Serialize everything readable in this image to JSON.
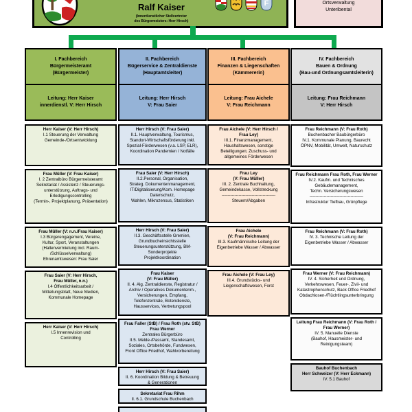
{
  "masthead": {
    "name": "Ralf Kaiser",
    "subtitle": "(Innerdienstlicher Stellvertreter\ndes Bürgermeisters: Herr Hirsch)",
    "ortsverwaltung": "Ortsverwaltung\nUnteribental",
    "icons": [
      "municipal-coat-of-arms",
      "small-coat-of-arms-1",
      "small-coat-of-arms-2",
      "small-coat-of-arms-3",
      "small-coat-of-arms-4"
    ]
  },
  "colors": {
    "masthead_green": "#8FB355",
    "connector_green": "#0EA94F",
    "ortsverwaltung_pink": "#F2DCDB",
    "col1_header": "#9ABB59",
    "col1_body": "#EBF1DE",
    "col2_header": "#95B3D7",
    "col2_body": "#DCE6F1",
    "col3_header": "#FAC08F",
    "col3_body": "#FDE9D9",
    "col4_header_title": "#E2E2E2",
    "col4_header_leitung": "#C4C4C4",
    "col4_body": "#FBFBFB",
    "bauhof_box": "#D9D9D9"
  },
  "columns": [
    {
      "title": "I. Fachbereich\nBürgermeisteramt\n(Bürgermeister)",
      "leitung": "Leitung: Herr Kaiser\ninnerdienstl. V: Herr Hirsch",
      "body_color": "#EBF1DE",
      "boxes": [
        {
          "h": 61,
          "name": "Herr Kaiser (V: Herr Hirsch)",
          "text": "I.1 Steuerung der Verwaltung\nGemeinde-/Ortsentwicklung"
        },
        {
          "h": 80,
          "name": "Frau Müller (V: Frau Kaiser)",
          "text": "I. 2 Zentralbüro Bürgermeisteramt\nSekretariat  / Assistenz / Steuerungs-\nunterstützung, Auftrags- und\nErledigungscontrolling\n(Termin-, Projektplanung, Präsentation)"
        },
        {
          "h": 60,
          "name": "Frau Müller (V: n.n./Frau Kaiser)",
          "text": "I.3 Bürgerengagement, Vereine,\nKultur, Sport, Veranstaltungen\n(Hallenvermietung incl. Raum-\n/Schlüsselverwaltung)\nEhrenamtswesen: Frau Saier"
        },
        {
          "h": 71,
          "name": "Frau Saier (V: Herr Hirsch,\nFrau Müller, n.n.)",
          "text": "I.4 Öffentlichkeitsarbeit /\nMitteilungsblatt, Neue Medien,\nKommunale Homepage"
        },
        {
          "h": 66,
          "name": "Herr Kaiser (V: Herr Hirsch)",
          "text": "I.5 Innenrevision und\nControlling"
        }
      ]
    },
    {
      "title": "II. Fachbereich\nBügerservice &  Zentraldienste\n(Hauptamtsleiter)",
      "leitung": "Leitung: Herr Hirsch\nV: Frau Saier",
      "body_color": "#DCE6F1",
      "boxes": [
        {
          "h": 60,
          "name": "Herr Hirsch (V: Frau Saier)",
          "text": "II.1. Hauptverwaltung, Tourismus,\nStandort-Wirtschaftsförderung inkl.\nSpezial-Förderwesen (v.a. LSP, ELR),\nKoordination Pandemien / Notfälle"
        },
        {
          "h": 79,
          "name": "Frau Saier (V: Herr Hirsch)",
          "text": "II.2.Personal, Organisation,\nStrateg. Dokumentenmanagement,\nIT/Digitalisierung/Kom. Homepage\nDatenschutz,\nWahlen, Mikrozensus, Statistiken"
        },
        {
          "h": 59,
          "name": "Herr Hirsch (V: Frau Saier)",
          "text": "II.3. Geschäftsstelle Gremien,\nGrundbucheinsichtsstelle\nSteuerungsunterstützung, BM-\nSonderprojekte\nProjektkoordination"
        },
        {
          "h": 69,
          "name": "Frau Kaiser\n(V: Frau Müller)",
          "text": "II. 4. Alg. Zentraldienste, Registratur /\nArchiv / Operatives Dokumentenm.,\nVersicherungen, Empfang,\nTelefonzentrale, Botendienste,\nHausservices, Vertretungspool"
        },
        {
          "h": 66,
          "name": "Frau Faller (StB) / Frau Roth (stv. StB)\nFrau Werner",
          "text": "Zentrales Bürgerbüro\nII.5.  Melde-/Passamt, Standesamt,\nSoziales, Ortsbehörde, Fundwesen,\nFront Office Friedhof, Wahlvorbereitung"
        },
        {
          "h": 28,
          "name": "Herr Hirsch (V: Frau Saier)",
          "text": "II. 6. Koordination Bildung & Betreuung\n& Generationen"
        },
        {
          "h": 22,
          "name": "Sekretariat Frau Rihm",
          "text": "II. 6.1. Grundschule Buchenbach"
        },
        {
          "h": 12,
          "name": "",
          "text": ""
        }
      ]
    },
    {
      "title": "III. Fachbereich\nFinanzen & Liegenschaften\n(Kämmererin)",
      "leitung": "Leitung: Frau Aichele\nV: Frau Reichmann",
      "body_color": "#FDE9D9",
      "boxes": [
        {
          "h": 60,
          "name": "Frau Aichele (V: Herr Hirsch /\nFrau Ley)",
          "text": "III.1. Finanzmanagement,\nHaushaltswesen, sonstige\nBeteiligungen; Zuschuss- und\nallgemeines Förderwesen"
        },
        {
          "h": 80,
          "name": "Frau Ley\n(V: Frau Müller)",
          "text": "III. 2. Zentrale Buchhaltung,\nGemeindekasse, Vollstreckung\n--------------------------------------\nSteuern/Abgaben"
        },
        {
          "h": 60,
          "name": "Frau Aichele\n(V: Frau Reichmann)",
          "text": "III.3. Kaufmännische Leitung der\nEigenbetriebe Wasser / Abwasser"
        },
        {
          "h": 68,
          "name": "Frau Aichele (V: Frau Ley)",
          "text": "III.4. Grundstücks- und\nLiegenschaftswesen, Forst"
        }
      ]
    },
    {
      "title": "IV. Fachbereich\nBauen & Ordnung\n(Bau-und Ordnungsamtsleiterin)",
      "leitung": "Leitung:  Frau Reichmann\nV: Herr Hirsch",
      "body_color": "#FBFBFB",
      "boxes": [
        {
          "h": 62,
          "name": "Frau Reichmann (V: Frau Roth)",
          "text": "Buchenbacher Baubürgerbüro\nIV.1. Kommunale Planung, Baurecht\nÖPNV, Mobilität, Umwelt, Naturschutz"
        },
        {
          "h": 79,
          "name": "Frau Reichmann Frau Roth, Frau Werner",
          "text": "IV.2.  Kaufm. und Technisches\nGebäudemanagement,\nTechn. Versicherungswesen\n--------------------------------------\nInfrastruktur Tiefbau,  Grünpflege"
        },
        {
          "h": 57,
          "name": "Frau Reichmann  (V: Frau Roth)",
          "text": "IV. 3.  Technische  Leitung der\nEigenbetriebe  Wasser / Abwasser"
        },
        {
          "h": 67,
          "name": "Frau Werner (V: Frau Reichmann)",
          "text": "IV. 4. Sicherheit und Ordnung,\nVerkehrswesen, Feuer-, Zivil- und\nKatastrophenschutz, Back Office Friedhof\nObdachlosen-/Flüchtlingsunterbringung"
        },
        {
          "h": 63,
          "name": "Leitung Frau Reichmann (V: Frau Roth /\nFrau Werner)",
          "text": "IV. 5. Manuelle Dienste\n(Bauhof, Hausmeister- und\nReinigungsteam)"
        },
        {
          "h": 41,
          "fill": "#D9D9D9",
          "name": "Bauhof Buchenbach\nHerr Schweizer (V: Herr Eckmann)",
          "text": "IV. 5.1  Bauhof"
        }
      ]
    }
  ]
}
